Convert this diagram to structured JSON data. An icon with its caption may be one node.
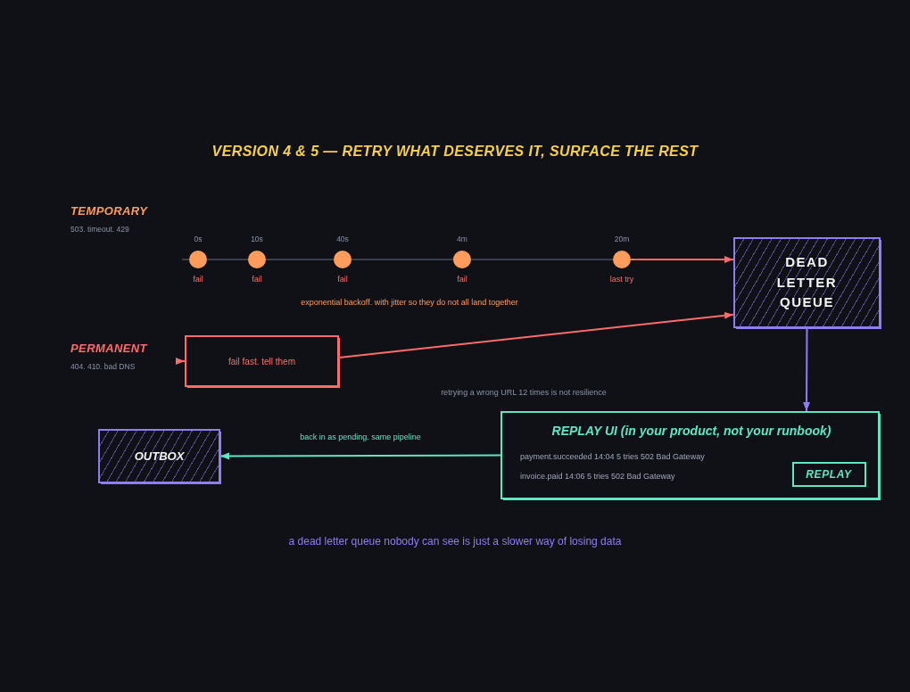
{
  "diagram": {
    "title": "VERSION 4 & 5 — RETRY WHAT DESERVES IT, SURFACE THE REST",
    "caption": "a dead letter queue nobody can see is just a slower way of losing data",
    "nodes": [
      {
        "text": [],
        "shape": "circle",
        "beside": [
          "0s",
          "fail"
        ]
      },
      {
        "text": [],
        "shape": "circle",
        "beside": [
          "10s",
          "fail"
        ]
      },
      {
        "text": [],
        "shape": "circle",
        "beside": [
          "40s",
          "fail"
        ]
      },
      {
        "text": [],
        "shape": "circle",
        "beside": [
          "4m",
          "fail"
        ]
      },
      {
        "text": [],
        "shape": "circle",
        "beside": [
          "20m",
          "last try"
        ]
      },
      {
        "text": [
          "DEAD LETTER QUEUE"
        ]
      },
      {
        "text": [
          "fail fast. tell them"
        ]
      },
      {
        "text": [
          "REPLAY UI (in your product, not your runbook)",
          "payment.succeeded 14:04 5 tries 502 Bad Gateway",
          "invoice.paid 14:06 5 tries 502 Bad Gateway"
        ]
      },
      {
        "text": [
          "REPLAY"
        ],
        "in": 7
      },
      {
        "text": [
          "OUTBOX"
        ]
      }
    ],
    "edges": [
      {
        "from": 0,
        "to": 1,
        "arrow": "none",
        "color": "#3a3f4d"
      },
      {
        "from": 1,
        "to": 2,
        "arrow": "none",
        "color": "#3a3f4d"
      },
      {
        "from": 2,
        "to": 3,
        "arrow": "none",
        "color": "#3a3f4d"
      },
      {
        "from": 3,
        "to": 4,
        "arrow": "none",
        "color": "#3a3f4d"
      },
      {
        "from": 4,
        "to": 5,
        "arrow": "to",
        "color": "#ff6b6b"
      },
      {
        "from": null,
        "to": 6,
        "arrow": "to",
        "color": "#ff6b6b"
      },
      {
        "from": 6,
        "to": 5,
        "arrow": "to",
        "color": "#ff6b6b"
      },
      {
        "from": 5,
        "to": 7,
        "arrow": "to",
        "color": "#8f7cf7"
      },
      {
        "from": 7,
        "to": 9,
        "arrow": "to",
        "color": "#5fe6c1",
        "label": "back in as pending. same pipeline"
      }
    ],
    "labels": [
      "TEMPORARY",
      "503. timeout. 429",
      "exponential backoff. with jitter so they do not all land together",
      "PERMANENT",
      "404. 410. bad DNS",
      "retrying a wrong URL 12 times is not resilience"
    ]
  }
}
